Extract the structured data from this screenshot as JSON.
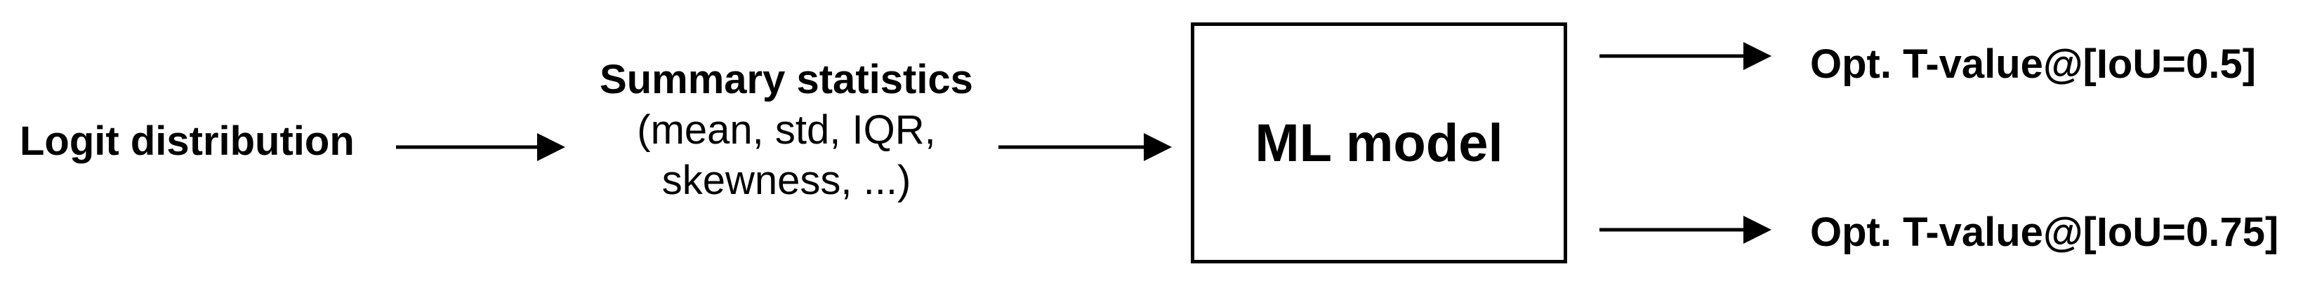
{
  "nodes": {
    "input": "Logit distribution",
    "summary_title": "Summary statistics",
    "summary_detail_line1": "(mean, std, IQR,",
    "summary_detail_line2": "skewness, ...)",
    "model": "ML model",
    "output_1": "Opt. T-value@[IoU=0.5]",
    "output_2": "Opt. T-value@[IoU=0.75]"
  },
  "colors": {
    "stroke": "#000000",
    "text": "#000000",
    "background": "#ffffff"
  }
}
